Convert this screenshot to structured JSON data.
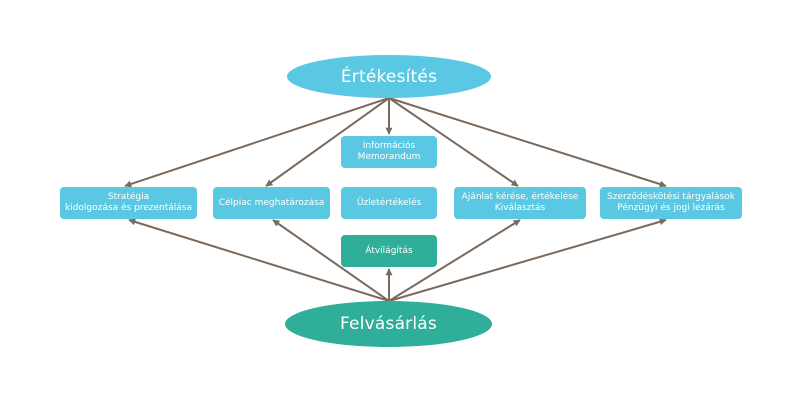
{
  "diagram": {
    "top_node": {
      "label": "Értékesítés",
      "color": "#5bc8e3"
    },
    "bottom_node": {
      "label": "Felvásárlás",
      "color": "#2fae9a"
    },
    "boxes": [
      {
        "id": "info",
        "label": "Információs\nMemorandum",
        "color": "#5bc8e3"
      },
      {
        "id": "strategy",
        "label": "Stratégia\nkidolgozása és prezentálása",
        "color": "#5bc8e3"
      },
      {
        "id": "target",
        "label": "Célpiac meghatározása",
        "color": "#5bc8e3"
      },
      {
        "id": "valuation",
        "label": "Üzletértékelés",
        "color": "#5bc8e3"
      },
      {
        "id": "offer",
        "label": "Ajánlat kérése, értékelése\nKiválasztás",
        "color": "#5bc8e3"
      },
      {
        "id": "negotiation",
        "label": "Szerződéskötési tárgyalások\nPénzügyi és jogi lezárás",
        "color": "#5bc8e3"
      },
      {
        "id": "screening",
        "label": "Átvilágítás",
        "color": "#2fae9a"
      }
    ],
    "arrow_color": "#7a6a5e"
  }
}
